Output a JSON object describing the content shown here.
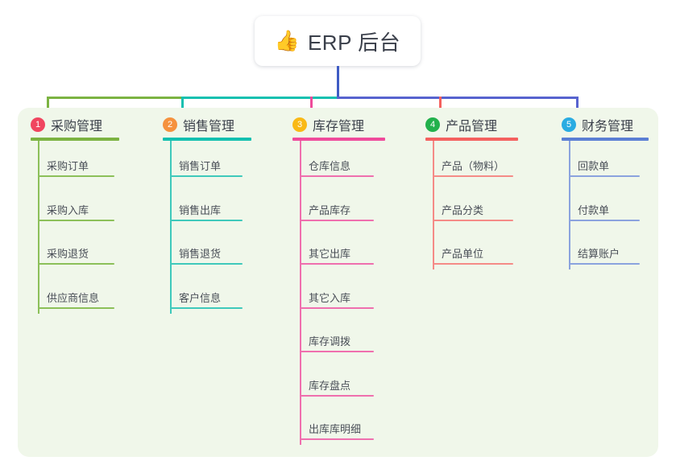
{
  "root": {
    "emoji": "👍",
    "emoji_name": "thumbs-up-icon",
    "title": "ERP 后台"
  },
  "colors": {
    "panel_bg": "#f0f7ea",
    "page_bg": "#ffffff",
    "stem": "#3f5cc4",
    "bus_green": "#7cb342",
    "bus_teal": "#14c0b0",
    "bus_blue": "#5763cf",
    "text": "#3a3f4a",
    "item_text": "#4a4f58"
  },
  "columns": [
    {
      "number": "1",
      "title": "采购管理",
      "badge_color": "#f0455f",
      "rule_color": "#7cb342",
      "line_color": "#8cc059",
      "stub_color": "#7cb342",
      "items": [
        "采购订单",
        "采购入库",
        "采购退货",
        "供应商信息"
      ]
    },
    {
      "number": "2",
      "title": "销售管理",
      "badge_color": "#f5923e",
      "rule_color": "#14c0b0",
      "line_color": "#3fc9bb",
      "stub_color": "#14c0b0",
      "items": [
        "销售订单",
        "销售出库",
        "销售退货",
        "客户信息"
      ]
    },
    {
      "number": "3",
      "title": "库存管理",
      "badge_color": "#f9b916",
      "rule_color": "#ef4b9b",
      "line_color": "#ef6fae",
      "stub_color": "#ef4b9b",
      "items": [
        "仓库信息",
        "产品库存",
        "其它出库",
        "其它入库",
        "库存调拨",
        "库存盘点",
        "出库库明细"
      ]
    },
    {
      "number": "4",
      "title": "产品管理",
      "badge_color": "#22b14c",
      "rule_color": "#f4615f",
      "line_color": "#f58b87",
      "stub_color": "#f4615f",
      "items": [
        "产品（物料）",
        "产品分类",
        "产品单位"
      ]
    },
    {
      "number": "5",
      "title": "财务管理",
      "badge_color": "#2aace2",
      "rule_color": "#5b7fd4",
      "line_color": "#8ba3de",
      "stub_color": "#5763cf",
      "items": [
        "回款单",
        "付款单",
        "结算账户"
      ]
    }
  ]
}
